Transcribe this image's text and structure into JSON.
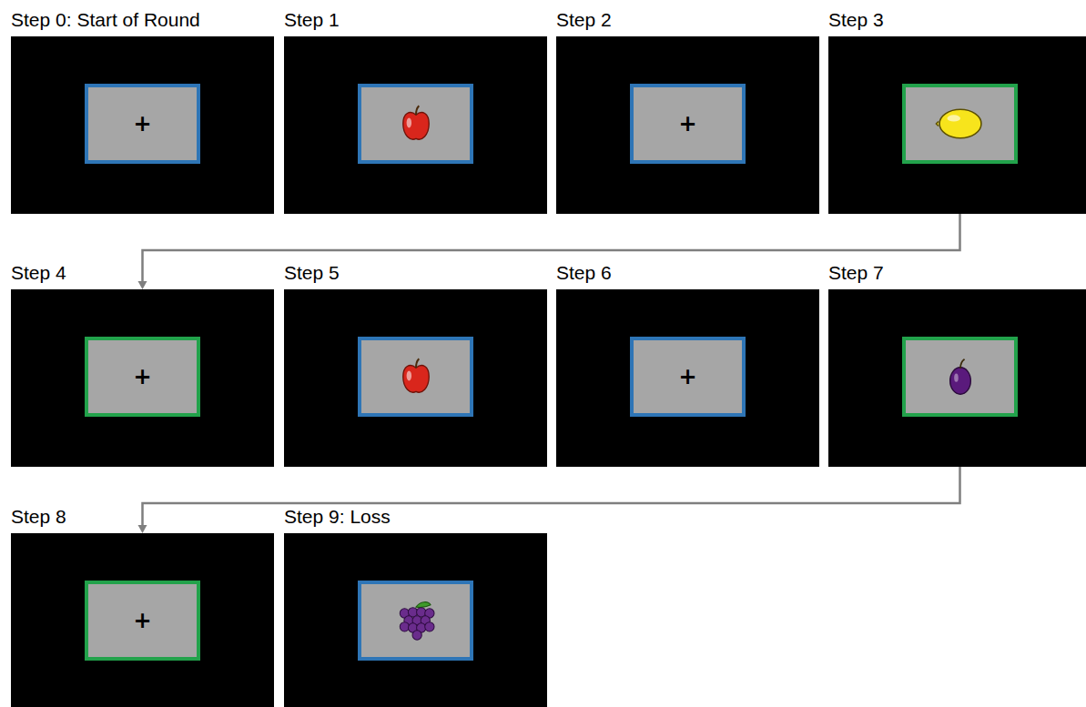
{
  "diagram": {
    "nodes": [
      {
        "text": [
          "Step 0: Start of Round"
        ]
      },
      {
        "text": [
          "+"
        ],
        "in": 0
      },
      {
        "text": [
          "Step 1"
        ]
      },
      {
        "text": [
          "Step 2"
        ]
      },
      {
        "text": [
          "+"
        ],
        "in": 3
      },
      {
        "text": [
          "Step 3"
        ]
      },
      {
        "text": [
          "Step 4"
        ]
      },
      {
        "text": [
          "+"
        ],
        "in": 6
      },
      {
        "text": [
          "Step 5"
        ]
      },
      {
        "text": [
          "Step 6"
        ]
      },
      {
        "text": [
          "+"
        ],
        "in": 9
      },
      {
        "text": [
          "Step 7"
        ]
      },
      {
        "text": [
          "Step 8"
        ]
      },
      {
        "text": [
          "+"
        ],
        "in": 12
      },
      {
        "text": [
          "Step 9: Loss"
        ]
      }
    ],
    "edges": [
      {
        "from": 5,
        "to": 6,
        "arrow": "to"
      },
      {
        "from": 11,
        "to": 12,
        "arrow": "to"
      }
    ]
  }
}
